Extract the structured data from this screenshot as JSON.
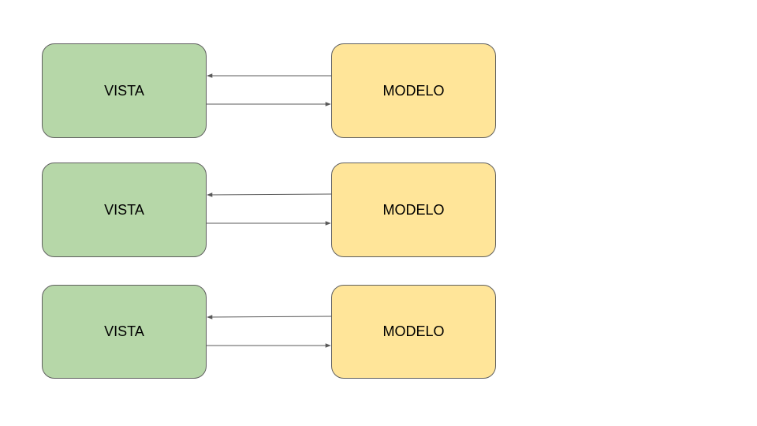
{
  "colors": {
    "vista_fill": "#b6d7a8",
    "modelo_fill": "#ffe599",
    "edge": "#595959"
  },
  "rows": [
    {
      "left_label": "VISTA",
      "right_label": "MODELO"
    },
    {
      "left_label": "VISTA",
      "right_label": "MODELO"
    },
    {
      "left_label": "VISTA",
      "right_label": "MODELO"
    }
  ]
}
